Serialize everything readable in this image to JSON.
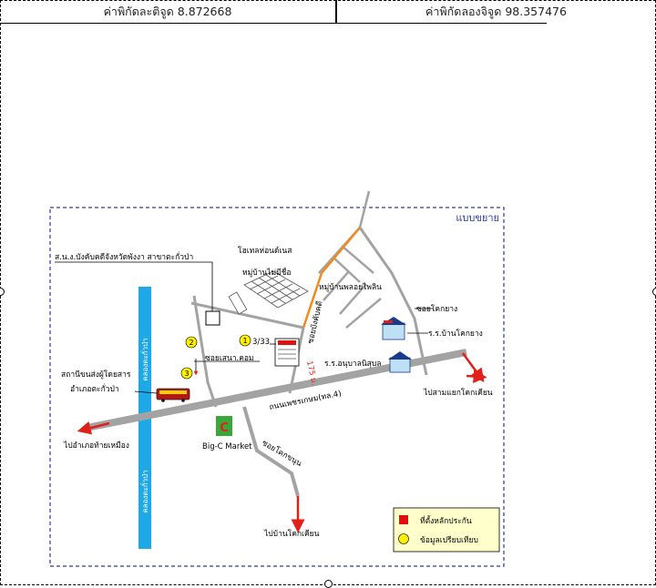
{
  "header": {
    "latitude_label": "ค่าพิกัดละติจูด 8.872668",
    "longitude_label": "ค่าพิกัดลองจิจูด 98.357476"
  },
  "map": {
    "title": "แบบขยาย",
    "labels": {
      "court": "ส.น.ง.บังคับคดีจังหวัดพังงา สาขาตะกั่วป่า",
      "hotel": "โฮเทลห่อนด์เนส",
      "village_unnamed": "หมู่บ้านไม่มีชื่อ",
      "village_lonphalin": "หมู่บ้านพลอยไพลิน",
      "soi_bangkhab": "ซอยบังคับคดี",
      "soi_khokyang": "ซอยโคกยาง",
      "school_khokyang": "ร.ร.บ้านโคกยาง",
      "school_anuban": "ร.ร.อนุบาลนิสุบล",
      "house_no": "3/33",
      "soi_senacom": "ซอยเสนา.คอม",
      "distance": "175 ม.",
      "canal_top": "คลองตะกั่วป่า",
      "canal_bottom": "คลองตะกั่วป่า",
      "bus_station_1": "สถานีขนส่งผู้โดยสาร",
      "bus_station_2": "อำเภอตะกั่วป่า",
      "road_phetkasem": "ถนนเพชรเกษม(ทล.4)",
      "to_sam_yaek": "ไปสามแยกโคกเคียน",
      "to_thai_mueang": "ไปอำเภอท้ายเหมือง",
      "bigc": "Big-C Market",
      "soi_khokkhanun": "ซอยโคกขนุน",
      "to_ban_khokkian": "ไปบ้านโคกเคียน"
    },
    "markers": [
      "1",
      "2",
      "3"
    ],
    "legend": {
      "item_collateral": "ที่ตั้งหลักประกัน",
      "item_comparable": "ข้อมูลเปรียบเทียบ"
    },
    "colors": {
      "road": "#a3a3a3",
      "canal": "#1ea8e8",
      "arrow": "#e0201a",
      "soi_highlight": "#f08a1e",
      "border_dash": "#2a3b9e",
      "marker_fill": "#fff000",
      "collateral_fill": "#e01010"
    }
  }
}
